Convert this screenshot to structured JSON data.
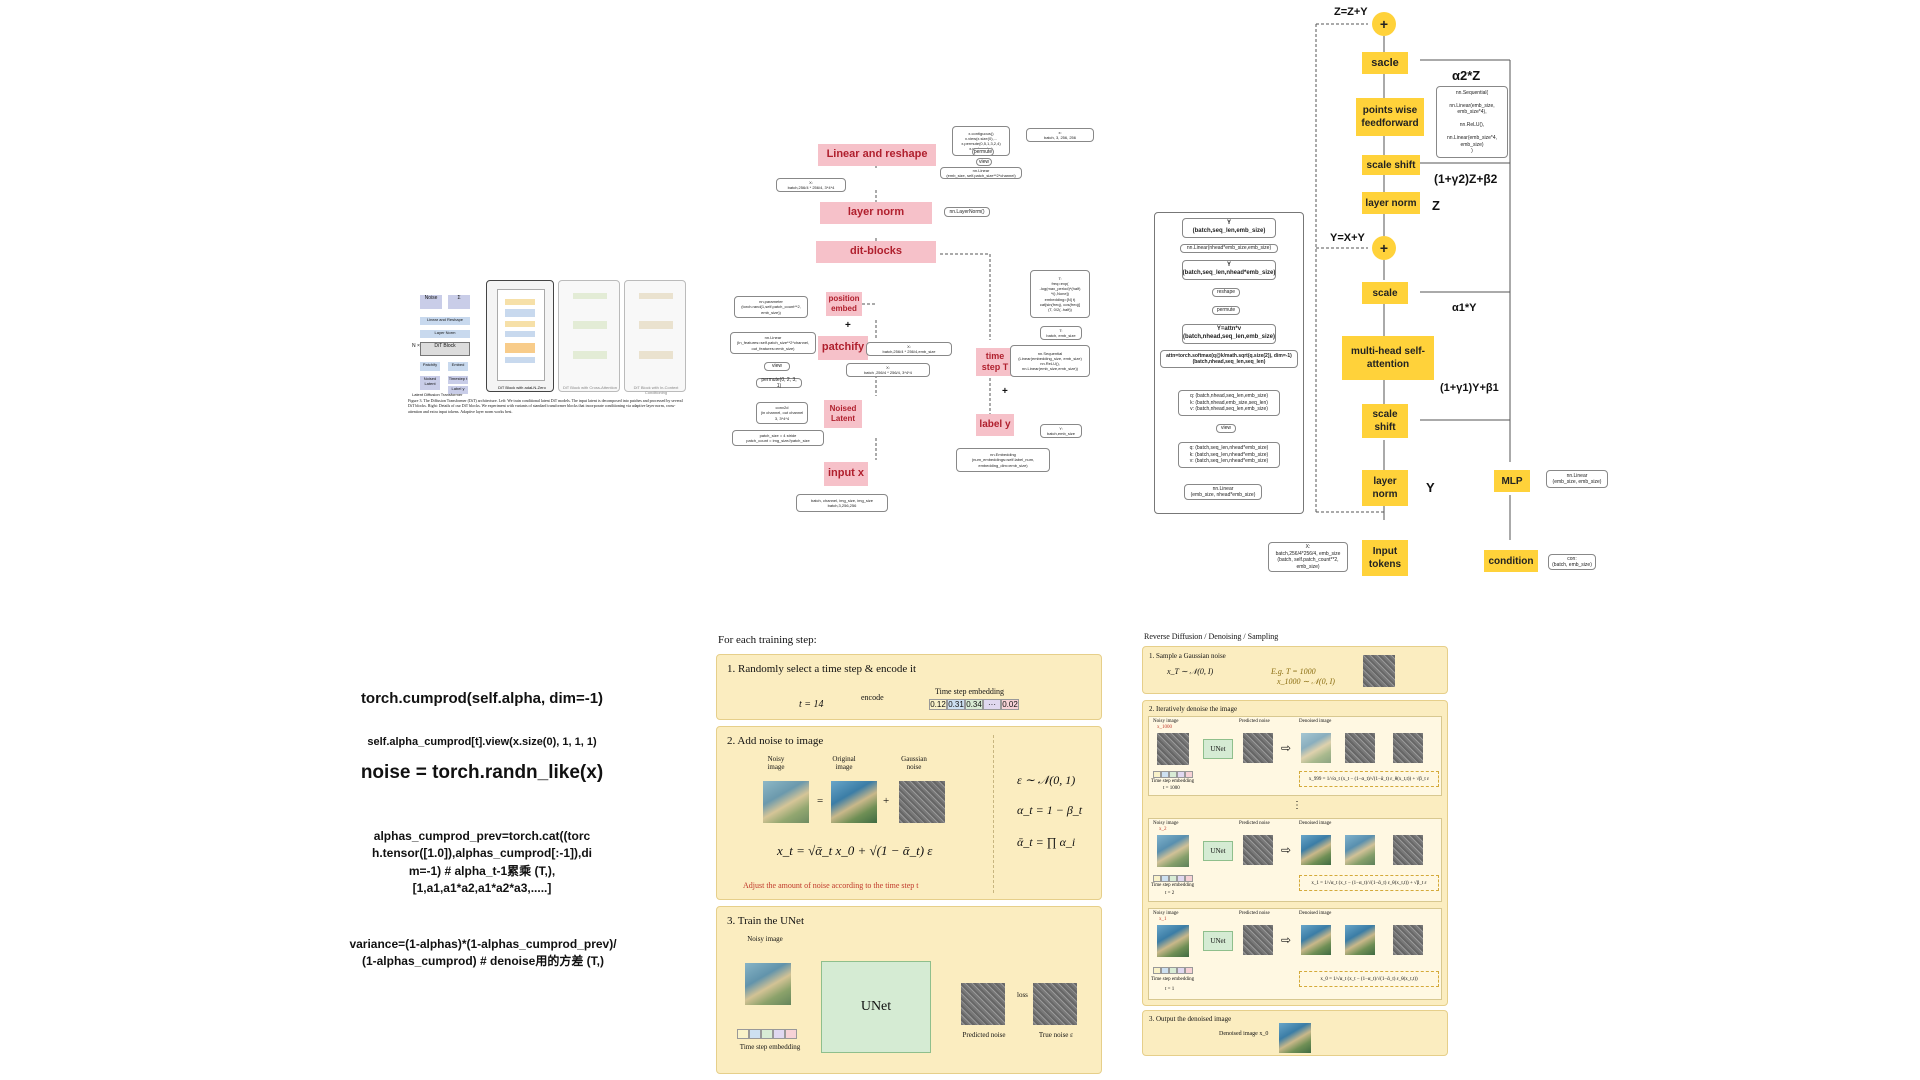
{
  "thumbnail": {
    "labels": [
      "Noise",
      "Σ",
      "Linear and Reshape",
      "Layer Norm",
      "DiT Block",
      "Patchify",
      "Embed",
      "Noised Latent",
      "Timestep t",
      "Label y",
      "N ×",
      "Latent Diffusion Transformer",
      "DiT Block with adaLN-Zero",
      "DiT Block with Cross-Attention",
      "DiT Block with In-Context Conditioning"
    ],
    "caption": "Figure 3. The Diffusion Transformer (DiT) architecture. Left: We train conditional latent DiT models. The input latent is decomposed into patches and processed by several DiT blocks. Right: Details of our DiT blocks. We experiment with variants of standard transformer blocks that incorporate conditioning via adaptive layer norm, cross-attention and extra input tokens. Adaptive layer norm works best."
  },
  "dit": {
    "boxes": {
      "linear": "Linear and reshape",
      "layernorm": "layer norm",
      "ditblocks": "dit-blocks",
      "posembed": "position embed",
      "patchify": "patchify",
      "noised": "Noised Latent",
      "inputx": "input x",
      "timestep": "time step T",
      "labely": "label y"
    },
    "plus": "+",
    "notes": {
      "top1": "x.contiguous()\nx.view(x.size(0),...\nx.permute(0,5,1,3,2,4)\nx.reshape(...)",
      "top2": "x:\nbatch, 3, 256, 256",
      "permute": "permute",
      "view": "view",
      "linear": "nn.Linear\n(emb_size, self.patch_size**2*channel)",
      "xbatch": "X:\nbatch,256/4 * 256/4, 3*4*4",
      "ln": "nn.LayerNorm()",
      "param": "nn.parameter\n(torch.rand(1,self.patch_count**2,\nemb_size))",
      "convlin": "nn.Linear\n(In_features=self.patch_size**2*channel,\nout_features=emb_size)",
      "view2": "view",
      "permute2": "permute(0, 2, 3, 1)",
      "conv2d": "conv2d\n(in channel, out channel\n3, 3*4*4",
      "patchsize": "patch_size = 4 stride\npatch_count = img_size//patch_size",
      "xembsize": "X:\nbatch,256/4 * 256/4,emb_size",
      "xpatch": "X:\nbatch ,256/4 * 256/4, 3*4*4",
      "input": "batch, channel, img_size, img_size\nbatch,3,256,256",
      "sinus": "T:\nfreq=exp(\n-log(max_period)*(half)\n*t[:,None])\nembedding=[N] t)\ncat[sin(freq), cos(freq)]\n(T, 0/2(..half))",
      "tbatch": "T:\nbatch, emb_size",
      "seq": "nn.Sequential\n(Linear(embedding_size, emb_size)\nnn.ReLU(),\nnn.Linear(emb_size,emb_size))",
      "yb": "Y:\nbatch,emb_size",
      "embed": "nn.Embedding\n(num_embeddings=self.label_num,\nembedding_dim=emb_size)"
    }
  },
  "attn": {
    "y": "Y\n(batch,seq_len,emb_size)",
    "linear": "nn.Linear(nhead*emb_size,emb_size)",
    "y2": "Y\n(batch,seq_len,nhead*emb_size)",
    "reshape": "reshape",
    "permute": "permute",
    "yattn": "Y=attn*v\n(batch,nhead,seq_len,emb_size)",
    "softmax": "attn=torch.softmax(q@k/math.sqrt(q.size(2)), dim=-1)\n(batch,nhead,seq_len,seq_len)",
    "qkv1": "q: (batch,nhead,seq_len,emb_size)\nk: (batch,nhead,emb_size,seq_len)\nv: (batch,nhead,seq_len,emb_size)",
    "view": "view",
    "qkv2": "q: (batch,seq_len,nhead*emb_size)\nk: (batch,seq_len,nhead*emb_size)\nv: (batch,seq_len,nhead*emb_size)",
    "lin": "nn.Linear\n(emb_size, nhead*emb_size)"
  },
  "block": {
    "zzy": "Z=Z+Y",
    "sacle": "sacle",
    "a2z": "α2*Z",
    "pwff": "points wise feedforward",
    "scaleshift1": "scale shift",
    "y2z": "(1+γ2)Z+β2",
    "ln1": "layer norm",
    "z": "Z",
    "yxy": "Y=X+Y",
    "scale": "scale",
    "a1y": "α1*Y",
    "mha": "multi-head self-attention",
    "y1y": "(1+γ1)Y+β1",
    "scaleshift2": "scale shift",
    "ln2": "layer norm",
    "ylbl": "Y",
    "mlp": "MLP",
    "mlpnote": "nn.Linear\n(emb_size, emb_size)",
    "inputtok": "Input tokens",
    "condition": "condition",
    "seqnote": "nn.Sequential(\n\nnn.Linear(emb_size,\nemb_size*4),\n\nnn.ReLU(),\n\nnn.Linear(emb_size*4,\nemb_size)\n)",
    "xnote": "X:\nbatch,256/4*256/4, emb_size\n(batch, self.patch_count**2,\nemb_size)",
    "cnote": "con:\n(batch, emb_size)",
    "plus": "+"
  },
  "code": {
    "l1": "torch.cumprod(self.alpha, dim=-1)",
    "l2": "self.alpha_cumprod[t].view(x.size(0), 1, 1, 1)",
    "l3": "noise = torch.randn_like(x)",
    "l4": "alphas_cumprod_prev=torch.cat((torc\nh.tensor([1.0]),alphas_cumprod[:-1]),di\nm=-1) # alpha_t-1累乘 (T,),\n[1,a1,a1*a2,a1*a2*a3,.....]",
    "l5": "variance=(1-alphas)*(1-alphas_cumprod_prev)/\n(1-alphas_cumprod) # denoise用的方差 (T,)"
  },
  "train": {
    "title": "For each training step:",
    "s1": "1. Randomly select a time step & encode it",
    "t": "t = 14",
    "encode": "encode",
    "tse": "Time step embedding",
    "emb": [
      "0.12",
      "0.31",
      "0.34",
      "···",
      "0.02"
    ],
    "s2": "2. Add noise to image",
    "noisy": "Noisy image",
    "orig": "Original image",
    "gauss": "Gaussian noise",
    "eq": "=",
    "plus": "+",
    "formula": "x_t = √ᾱ_t x_0 + √(1 − ᾱ_t) ε",
    "adjust": "Adjust the amount of noise according to the time step t",
    "m1": "ε ∼ 𝒩(0, 1)",
    "m2": "α_t = 1 − β_t",
    "m3": "ᾱ_t = ∏ α_i",
    "s3": "3. Train the UNet",
    "noisy3": "Noisy image",
    "unet": "UNet",
    "pred": "Predicted noise",
    "true": "True noise ε",
    "loss": "loss",
    "tse3": "Time step embedding"
  },
  "reverse": {
    "title": "Reverse Diffusion / Denoising / Sampling",
    "s1": "1. Sample a Gaussian noise",
    "f1": "x_T ∼ 𝒩(0, I)",
    "eg": "E.g.  T = 1000",
    "f2": "x_1000 ∼ 𝒩(0, I)",
    "s2": "2. Iteratively denoise the image",
    "rows": [
      {
        "noisy": "Noisy image",
        "sub": "x_1000",
        "pred": "Predicted noise",
        "den": "Denoised image",
        "t": "t = 1000",
        "unet": "UNet",
        "tse": "Time step embedding"
      },
      {
        "noisy": "Noisy image",
        "sub": "x_2",
        "pred": "Predicted noise",
        "den": "Denoised image",
        "t": "t = 2",
        "unet": "UNet",
        "tse": "Time step embedding"
      },
      {
        "noisy": "Noisy image",
        "sub": "x_1",
        "pred": "Predicted noise",
        "den": "Denoised image",
        "t": "t = 1",
        "unet": "UNet",
        "tse": "Time step embedding"
      }
    ],
    "eqs": [
      "x_999 = 1/√α_t (x_t − (1−α_t)/√(1−ᾱ_t) ε_θ(x_t,t)) + √β_t ε",
      "x_1 = 1/√α_t (x_t − (1−α_t)/√(1−ᾱ_t) ε_θ(x_t,t)) + √β_t ε",
      "x_0 = 1/√α_t (x_t − (1−α_t)/√(1−ᾱ_t) ε_θ(x_t,t))"
    ],
    "dots": "⋮",
    "s3": "3. Output the denoised image",
    "out": "Denoised image x_0"
  }
}
